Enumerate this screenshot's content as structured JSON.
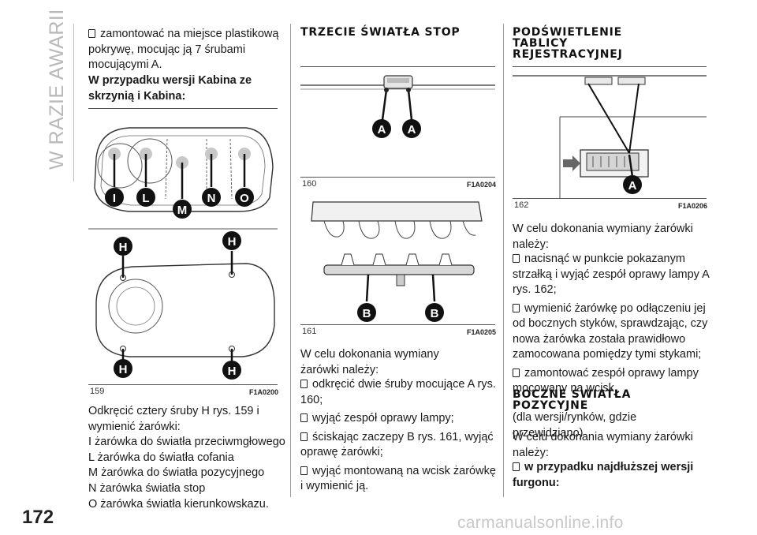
{
  "page": {
    "side_title": "W RAZIE AWARII",
    "page_number": "172",
    "footer": "carmanualsonline.info"
  },
  "col1": {
    "intro_bullet": "zamontować na miejsce plastikową pokrywę, mocując ją 7 śrubami mocującymi A.",
    "subheading": "W przypadku wersji Kabina ze skrzynią i Kabina:",
    "figure": {
      "number": "159",
      "code": "F1A0200",
      "labels_top": [
        "I",
        "L",
        "M",
        "N",
        "O"
      ],
      "label_h": "H"
    },
    "body_lines": [
      "Odkręcić cztery śruby H rys. 159 i",
      "wymienić żarówki:",
      "I żarówka do światła przeciwmgłowego",
      "L żarówka do światła cofania",
      "M żarówka do światła pozycyjnego",
      "N żarówka światła stop",
      "O żarówka światła kierunkowskazu."
    ]
  },
  "col2": {
    "heading": "TRZECIE ŚWIATŁA STOP",
    "figure1": {
      "number": "160",
      "code": "F1A0204",
      "label": "A"
    },
    "figure2": {
      "number": "161",
      "code": "F1A0205",
      "label": "B"
    },
    "intro": "W celu dokonania wymiany żarówki należy:",
    "bullets": [
      "odkręcić dwie śruby mocujące A rys. 160;",
      "wyjąć zespół oprawy lampy;",
      "ściskając zaczepy B rys. 161, wyjąć oprawę żarówki;",
      "wyjąć montowaną na wcisk żarówkę i wymienić ją."
    ]
  },
  "col3": {
    "heading": "PODŚWIETLENIE TABLICY REJESTRACYJNEJ",
    "figure": {
      "number": "162",
      "code": "F1A0206",
      "label": "A"
    },
    "intro": "W celu dokonania wymiany żarówki należy:",
    "bullets": [
      "nacisnąć w punkcie pokazanym strzałką i wyjąć zespół oprawy lampy A rys. 162;",
      "wymienić żarówkę po odłączeniu jej od bocznych styków, sprawdzając, czy nowa żarówka została prawidłowo zamocowana pomiędzy tymi stykami;",
      "zamontować zespół oprawy lampy mocowany na wcisk."
    ],
    "heading2": "BOCZNE ŚWIATŁA POZYCYJNE",
    "note": "(dla wersji/rynków, gdzie przewidziano)",
    "intro2": "W celu dokonania wymiany żarówki należy:",
    "bullet_bold": "w przypadku najdłuższej wersji furgonu:"
  }
}
